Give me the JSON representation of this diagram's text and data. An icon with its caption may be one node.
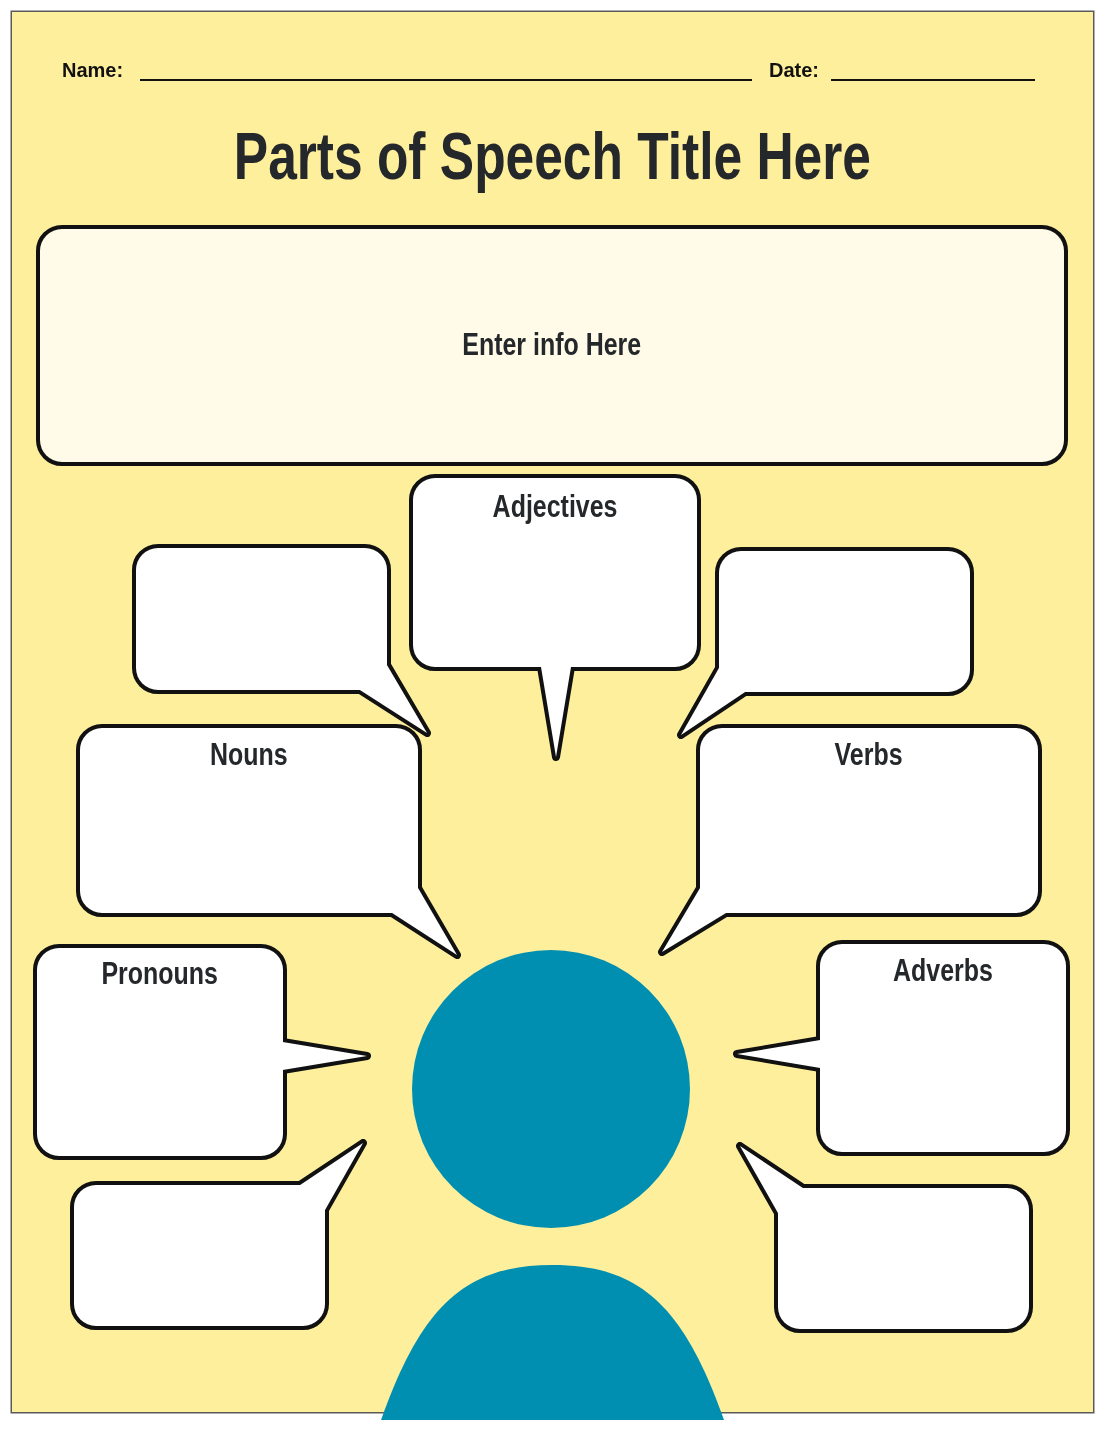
{
  "diagram": {
    "title": "Parts of Speech Title Here",
    "nodes": [
      {
        "text": [
          "Enter info Here"
        ]
      },
      {
        "text": [
          "Adjectives"
        ]
      },
      {
        "text": [],
        "shape": "bubble"
      },
      {
        "text": [],
        "shape": "bubble"
      },
      {
        "text": [
          "Nouns"
        ]
      },
      {
        "text": [
          "Verbs"
        ]
      },
      {
        "text": [
          "Pronouns"
        ]
      },
      {
        "text": [
          "Adverbs"
        ]
      },
      {
        "text": [],
        "shape": "bubble"
      },
      {
        "text": [],
        "shape": "bubble"
      },
      {
        "text": [],
        "shape": "person"
      }
    ],
    "labels": [
      "Name:",
      "Date:"
    ]
  }
}
